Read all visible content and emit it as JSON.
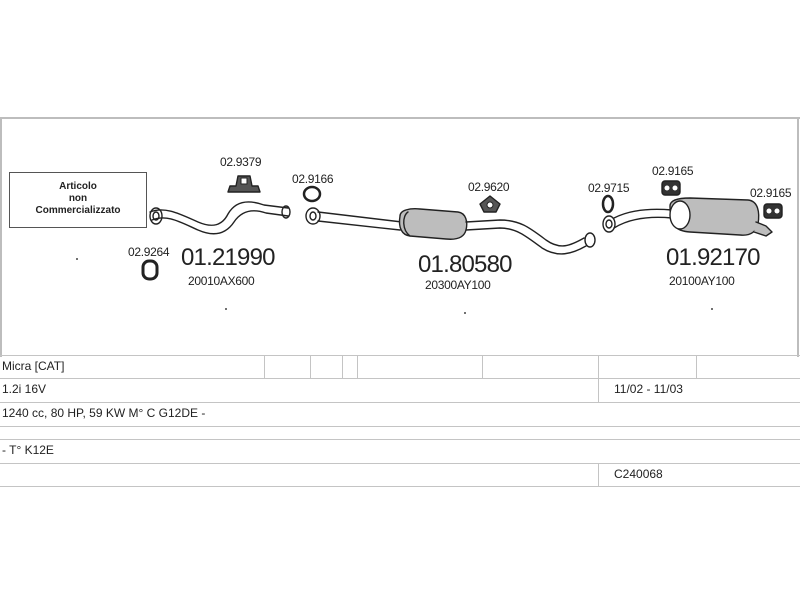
{
  "not_sold_box": {
    "line1": "Articolo",
    "line2": "non",
    "line3": "Commercializzato"
  },
  "parts": {
    "front_pipe": {
      "code": "01.21990",
      "oem": "20010AX600"
    },
    "center_silencer": {
      "code": "01.80580",
      "oem": "20300AY100"
    },
    "rear_silencer": {
      "code": "01.92170",
      "oem": "20100AY100"
    }
  },
  "accessories": {
    "a1": "02.9379",
    "a2": "02.9264",
    "a3": "02.9166",
    "a4": "02.9620",
    "a5": "02.9715",
    "a6": "02.9165",
    "a7": "02.9165"
  },
  "table": {
    "model": "Micra  [CAT]",
    "engine": "1.2i 16V",
    "years": "11/02 - 11/03",
    "specs": "1240 cc, 80 HP, 59 KW  M° C G12DE -",
    "chassis": "- T° K12E",
    "code": "C240068"
  }
}
